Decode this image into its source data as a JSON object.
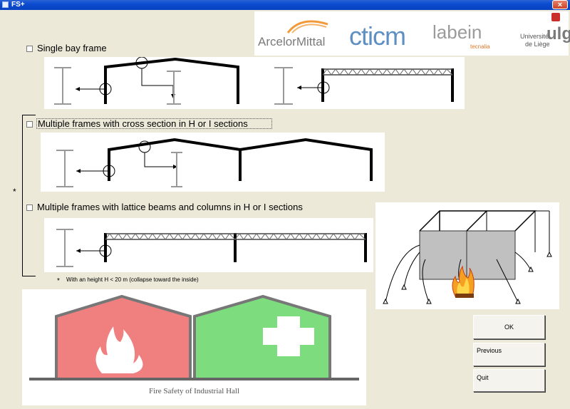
{
  "window": {
    "title": "FS+",
    "close_glyph": "×",
    "app_icon": "window-icon"
  },
  "logos": {
    "arcelormittal": "ArcelorMittal",
    "cticm": "cticm",
    "labein": "labein",
    "labein_sub": "tecnalia",
    "liege_line1": "Université",
    "liege_line2": "de Liège",
    "liege_mark": "ulg"
  },
  "options": {
    "single_bay": "Single bay frame",
    "multiple_hi": "Multiple frames with cross section in H or I sections",
    "multiple_lattice": "Multiple frames with lattice beams and columns in H or I sections"
  },
  "bracket_mark": "*",
  "footnote": {
    "star": "*",
    "text": "With an height H < 20 m (collapse toward the inside)"
  },
  "banner": {
    "caption": "Fire Safety of Industrial Hall",
    "fire_color": "#f08080",
    "safety_color": "#7ddc7d"
  },
  "buttons": {
    "ok": "OK",
    "previous": "Previous",
    "quit": "Quit"
  }
}
